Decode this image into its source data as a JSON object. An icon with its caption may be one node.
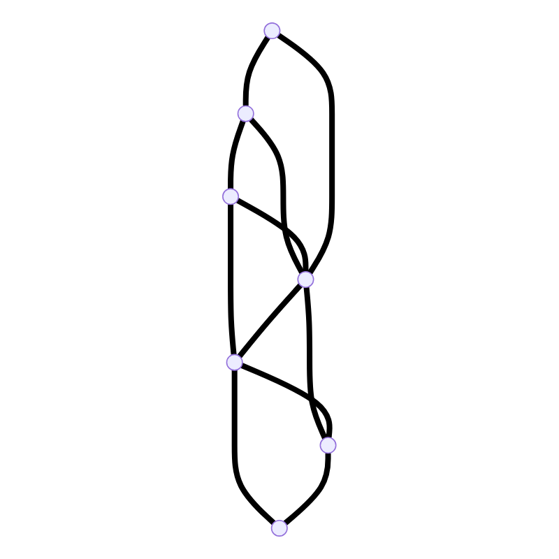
{
  "diagram": {
    "nodes": [
      {
        "text": [],
        "shape": "circle"
      },
      {
        "text": [],
        "shape": "circle"
      },
      {
        "text": [],
        "shape": "circle"
      },
      {
        "text": [],
        "shape": "circle"
      },
      {
        "text": [],
        "shape": "circle"
      },
      {
        "text": [],
        "shape": "circle"
      },
      {
        "text": [],
        "shape": "circle"
      }
    ],
    "edges": [
      {
        "from": 0,
        "to": 1,
        "arrow": "none"
      },
      {
        "from": 2,
        "to": 0,
        "arrow": "none"
      },
      {
        "from": 0,
        "to": 3,
        "arrow": "none"
      },
      {
        "from": 1,
        "to": 3,
        "arrow": "none"
      },
      {
        "from": 1,
        "to": 4,
        "arrow": "none"
      },
      {
        "from": 2,
        "to": 3,
        "arrow": "none"
      },
      {
        "from": 3,
        "to": 4,
        "arrow": "none"
      },
      {
        "from": 3,
        "to": 5,
        "arrow": "none"
      },
      {
        "from": 4,
        "to": 5,
        "arrow": "none"
      },
      {
        "from": 4,
        "to": 6,
        "arrow": "none"
      },
      {
        "from": 5,
        "to": 6,
        "arrow": "none"
      }
    ]
  }
}
